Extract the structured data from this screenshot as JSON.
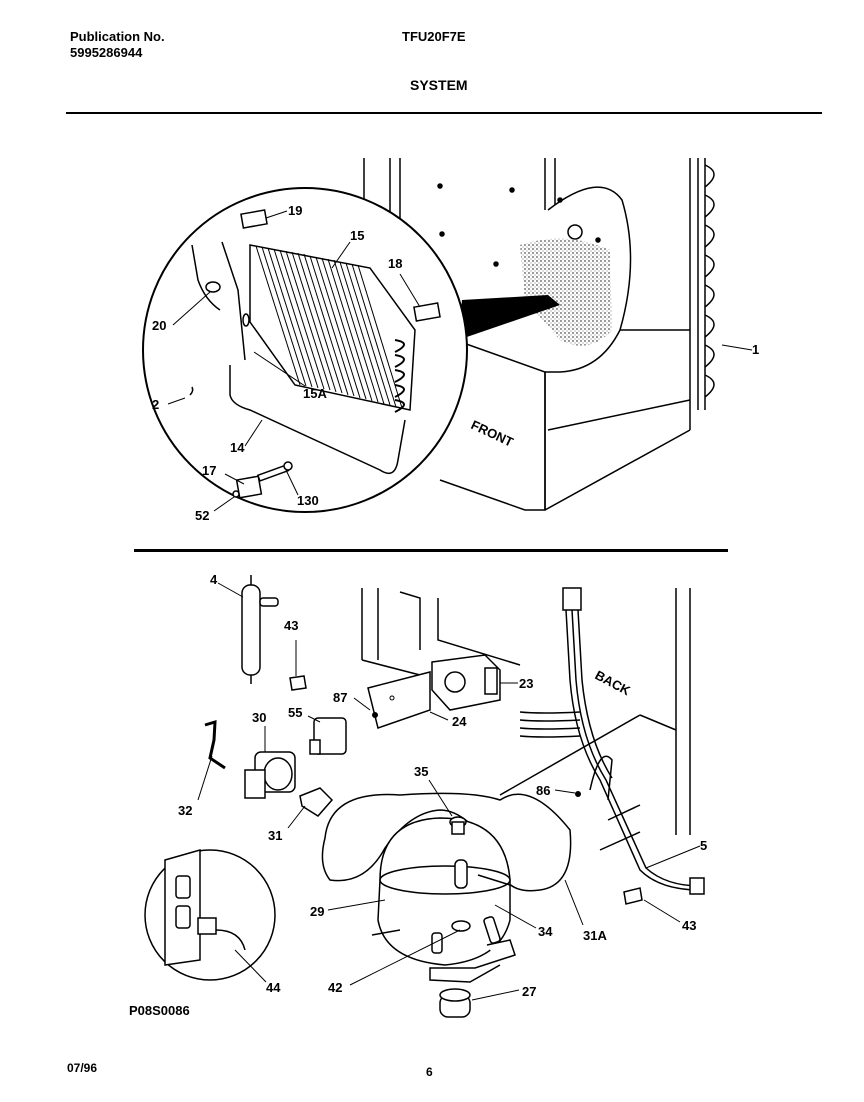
{
  "header": {
    "publication_label": "Publication No.",
    "publication_number": "5995286944",
    "model": "TFU20F7E",
    "title": "SYSTEM"
  },
  "footer": {
    "diagram_code": "P08S0086",
    "date": "07/96",
    "page_number": "6"
  },
  "diagram": {
    "direction_labels": {
      "front": "FRONT",
      "back": "BACK"
    },
    "callouts_top": [
      "19",
      "15",
      "18",
      "20",
      "1",
      "15A",
      "2",
      "14",
      "17",
      "130",
      "52"
    ],
    "callouts_bottom": [
      "4",
      "43",
      "87",
      "23",
      "24",
      "30",
      "55",
      "32",
      "31",
      "35",
      "86",
      "5",
      "29",
      "34",
      "31A",
      "43",
      "42",
      "27",
      "44"
    ]
  }
}
